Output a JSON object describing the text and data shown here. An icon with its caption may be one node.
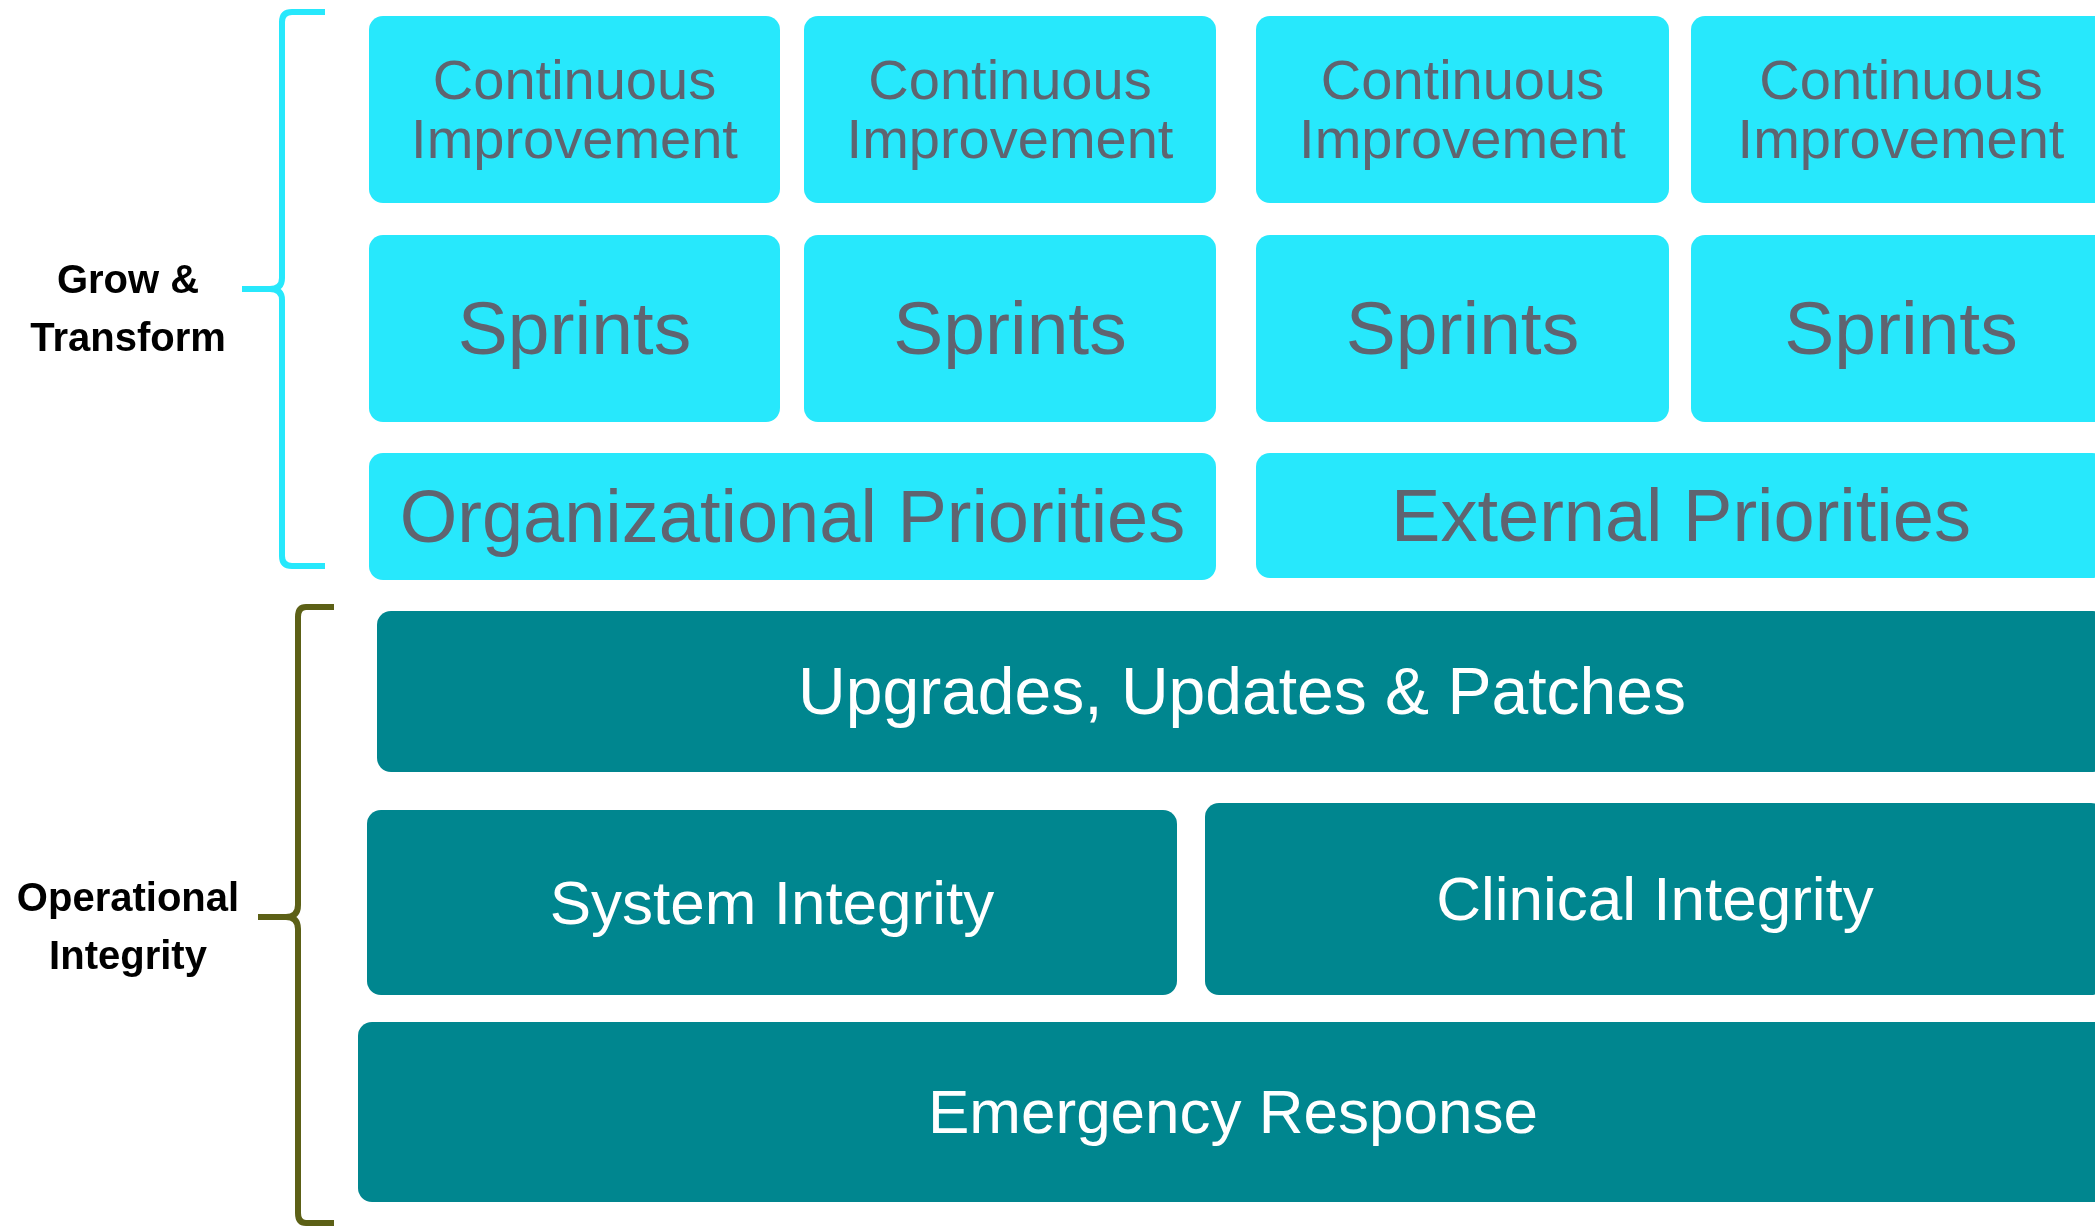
{
  "diagram": {
    "nodes": [
      {
        "text": [
          "Continuous Improvement"
        ]
      },
      {
        "text": [
          "Continuous Improvement"
        ]
      },
      {
        "text": [
          "Continuous Improvement"
        ]
      },
      {
        "text": [
          "Continuous Improvement"
        ]
      },
      {
        "text": [
          "Sprints"
        ]
      },
      {
        "text": [
          "Sprints"
        ]
      },
      {
        "text": [
          "Sprints"
        ]
      },
      {
        "text": [
          "Sprints"
        ]
      },
      {
        "text": [
          "Organizational Priorities"
        ]
      },
      {
        "text": [
          "External Priorities"
        ]
      },
      {
        "text": [
          "Upgrades, Updates & Patches"
        ]
      },
      {
        "text": [
          "System Integrity"
        ]
      },
      {
        "text": [
          "Clinical Integrity"
        ]
      },
      {
        "text": [
          "Emergency Response"
        ]
      }
    ],
    "edges": [],
    "labels": [
      "Grow & Transform",
      "Operational Integrity"
    ]
  }
}
